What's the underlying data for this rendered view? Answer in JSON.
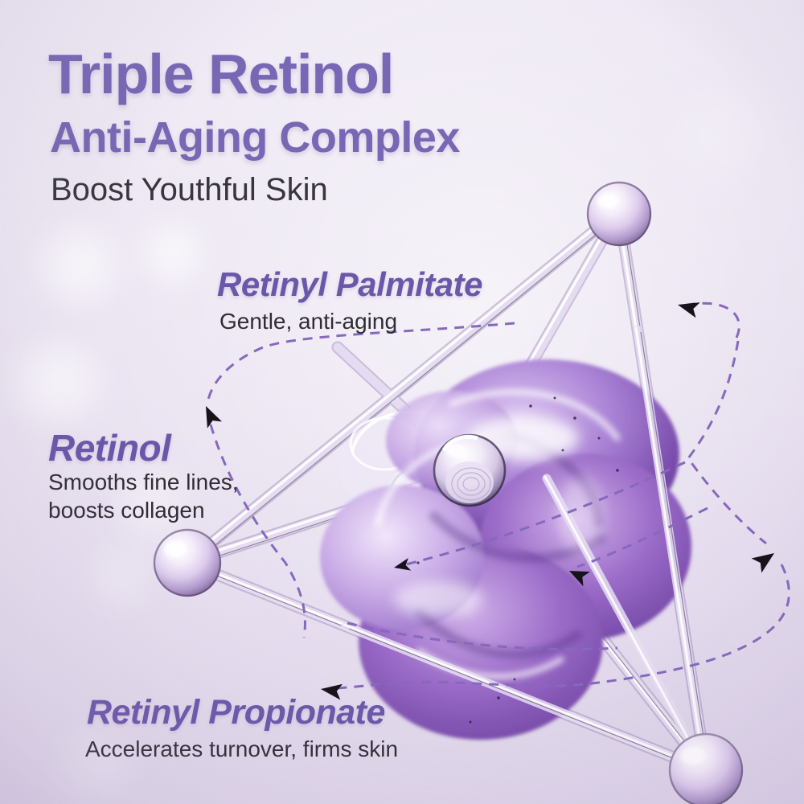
{
  "header": {
    "title_line1": "Triple Retinol",
    "title_line2": "Anti-Aging Complex",
    "subtitle": "Boost Youthful Skin"
  },
  "ingredients": [
    {
      "name": "Retinyl Palmitate",
      "description": "Gentle, anti-aging"
    },
    {
      "name": "Retinol",
      "desc_line1": "Smooths fine lines,",
      "desc_line2": "boosts collagen"
    },
    {
      "name": "Retinyl Propionate",
      "description": "Accelerates turnover, firms skin"
    }
  ],
  "graphic": {
    "icons": [
      "orbit-arrow-icon",
      "molecule-sphere",
      "glass-bond-tube",
      "orbit-dashed-path"
    ]
  },
  "colors": {
    "accent_purple": "#7767b4",
    "label_purple": "#6b57a9",
    "text_dark": "#38363d",
    "orbit_purple": "#8668bd",
    "arrow_black": "#17131a",
    "bg_light": "#f1edf6",
    "bg_dark": "#ddd3e9"
  }
}
